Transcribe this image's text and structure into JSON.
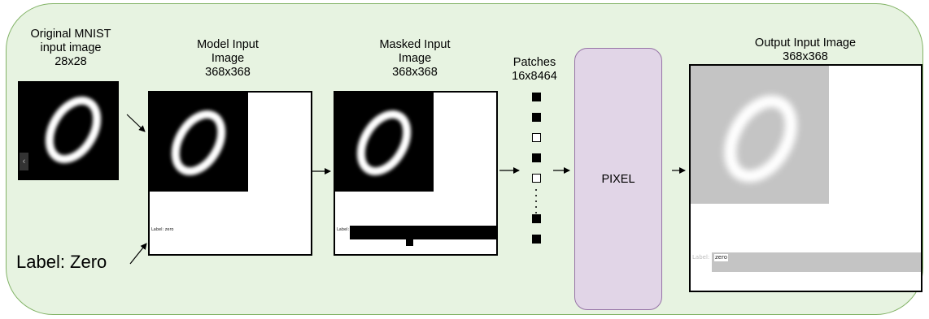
{
  "original": {
    "caption_line1": "Original MNIST",
    "caption_line2": "input image",
    "caption_line3": "28x28",
    "nav_glyph": "‹"
  },
  "model_input": {
    "caption_line1": "Model Input",
    "caption_line2": "Image",
    "caption_line3": "368x368",
    "tiny_label": "Label: zero"
  },
  "masked_input": {
    "caption_line1": "Masked Input",
    "caption_line2": "Image",
    "caption_line3": "368x368",
    "tiny_label": "Label:"
  },
  "patches": {
    "caption_line1": "Patches",
    "caption_line2": "16x8464",
    "sequence": [
      "filled",
      "filled",
      "empty",
      "filled",
      "empty",
      "dots",
      "filled",
      "filled"
    ]
  },
  "model": {
    "name": "PIXEL"
  },
  "output": {
    "caption_line1": "Output Input Image",
    "caption_line2": "368x368",
    "tiny_label_prefix": "Label:",
    "tiny_label_value": "zero"
  },
  "label_annotation": {
    "text": "Label: Zero"
  },
  "colors": {
    "panel_fill": "#e7f3e1",
    "panel_stroke": "#82b366",
    "model_fill": "#e1d5e7",
    "model_stroke": "#9673a6",
    "output_gray": "#c4c4c4"
  }
}
